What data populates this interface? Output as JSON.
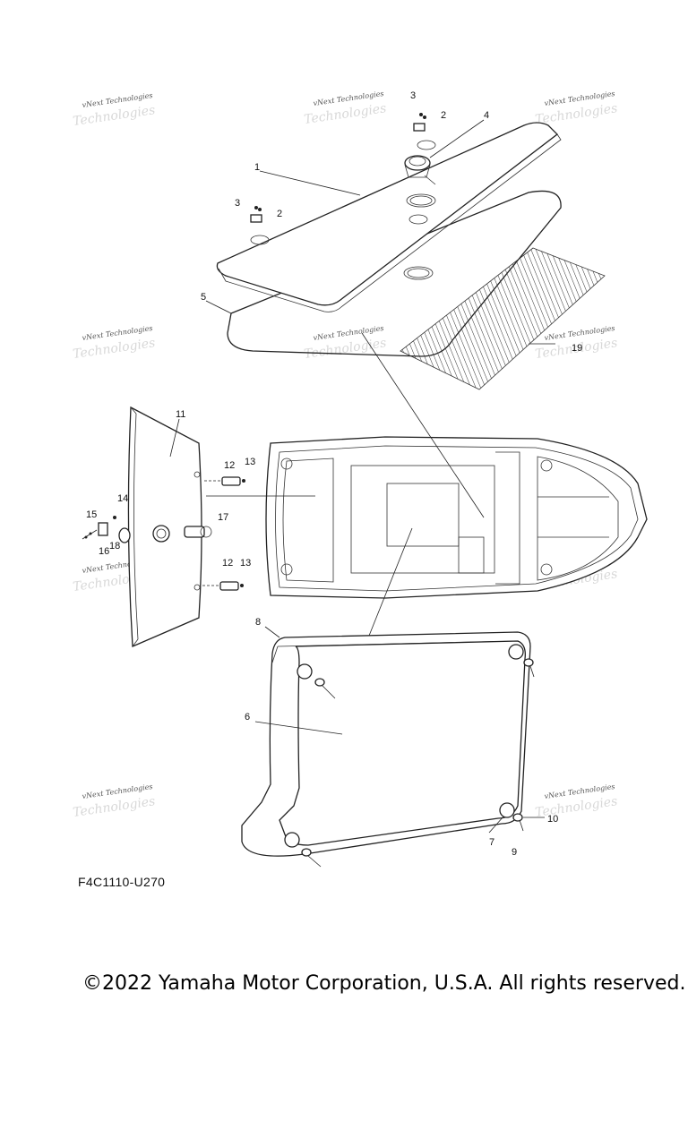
{
  "figure_code": "F4C1110-U270",
  "copyright": "©2022 Yamaha Motor Corporation, U.S.A. All rights reserved.",
  "watermark": "vNext Technologies",
  "callouts": [
    "1",
    "2",
    "3",
    "4",
    "5",
    "6",
    "7",
    "8",
    "9",
    "10",
    "11",
    "12",
    "13",
    "14",
    "15",
    "16",
    "17",
    "18",
    "19"
  ]
}
